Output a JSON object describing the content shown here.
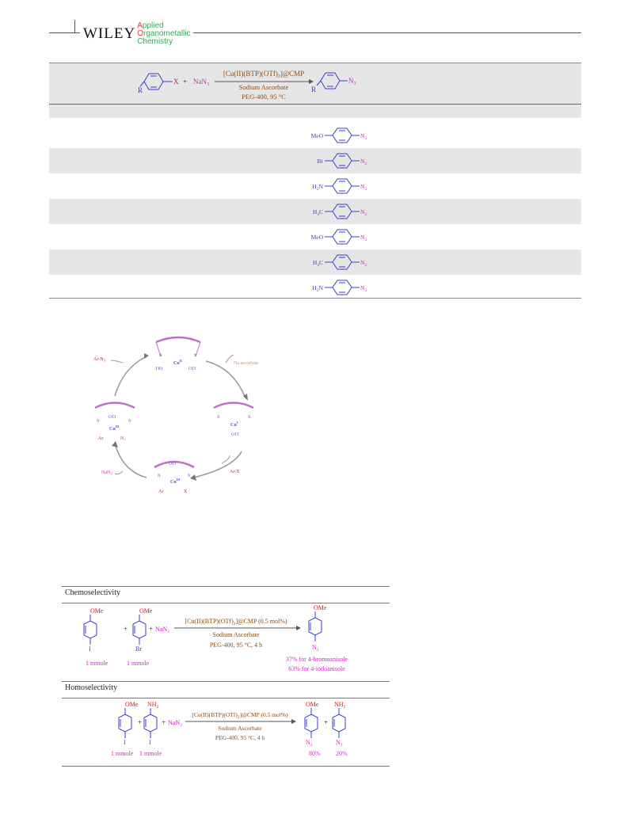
{
  "header": {
    "brand": "WILEY",
    "journal_line1_first": "A",
    "journal_line1_rest": "pplied",
    "journal_line2_first": "O",
    "journal_line2_rest": "rganometallic",
    "journal_line3": "Chemistry"
  },
  "table1": {
    "scheme": {
      "substituent": "R",
      "halide": "X",
      "plus": "+",
      "reagent": "NaN",
      "reagent_sub": "3",
      "catalyst": "[Cu(II)(BTP)(OTf)",
      "catalyst_sub": "2",
      "catalyst_end": "]@CMP",
      "additive": "Sodium Ascorbate",
      "conditions": "PEG-400, 95 °C",
      "product_group": "N",
      "product_sub": "3"
    },
    "products": [
      {
        "group": "MeO",
        "shaded": false
      },
      {
        "group": "Br",
        "shaded": true
      },
      {
        "group": "H2N",
        "shaded": false
      },
      {
        "group": "H3C",
        "shaded": true
      },
      {
        "group": "MeO",
        "shaded": false
      },
      {
        "group": "H3C",
        "shaded": true
      },
      {
        "group": "H2N",
        "shaded": false
      }
    ]
  },
  "cycle": {
    "top_metal": "Cu",
    "top_ox": "II",
    "top_ligand_left": "TfO",
    "top_ligand_right": "OTf",
    "right_metal": "Cu",
    "right_ox": "I",
    "right_ligand": "OTf",
    "bottom_metal": "Cu",
    "bottom_ox": "III",
    "bottom_ligand_top": "OTf",
    "bottom_ar": "Ar",
    "bottom_x": "X",
    "left_metal": "Cu",
    "left_ox": "III",
    "left_ligand_top": "OTf",
    "left_ar": "Ar",
    "left_n3": "N",
    "left_n3_sub": "3",
    "ring_n": "N",
    "reagent_na": "Na ascorbate",
    "reagent_arx": "Ar-X",
    "reagent_nan3": "NaN",
    "reagent_nan3_sub": "3",
    "product": "Ar-N",
    "product_sub": "3"
  },
  "table2": {
    "chemo": {
      "label": "Chemoselectivity",
      "sub1_top": "OMe",
      "sub1_bottom": "I",
      "sub2_top": "OMe",
      "sub2_bottom": "Br",
      "amount1": "1 mmole",
      "amount2": "1 mmole",
      "plus": "+",
      "reagent": "NaN",
      "reagent_sub": "3",
      "catalyst": "[Cu(II)(BTP)(OTf)",
      "catalyst_sub": "2",
      "catalyst_end": "]@CMP (0.5 mol%)",
      "additive": "Sodium Ascorbate",
      "conditions": "PEG-400, 95 °C, 4 h",
      "product_top": "OMe",
      "product_bottom": "N",
      "product_bottom_sub": "3",
      "result1": "37% for 4-bromoanisole",
      "result2": "63% for 4-iodoanisole"
    },
    "homo": {
      "label": "Homoselectivity",
      "sub1_top": "OMe",
      "sub1_bottom": "I",
      "sub2_top": "NH",
      "sub2_top_sub": "2",
      "sub2_bottom": "I",
      "amount1": "1 mmole",
      "amount2": "1 mmole",
      "plus": "+",
      "reagent": "NaN",
      "reagent_sub": "3",
      "catalyst": "[Cu(II)(BTP)(OTf)",
      "catalyst_sub": "2",
      "catalyst_end": "]@CMP (0.5 mol%)",
      "additive": "Sodium Ascorbate",
      "conditions": "PEG-400, 95 °C, 4 h",
      "product1_top": "OMe",
      "product1_bottom": "N",
      "product1_bottom_sub": "3",
      "product2_top": "NH",
      "product2_top_sub": "2",
      "product2_bottom": "N",
      "product2_bottom_sub": "3",
      "yield1": "80%",
      "yield2": "20%"
    }
  },
  "colors": {
    "blue": "#3b3bd0",
    "magenta": "#e020c8",
    "brown": "#8a4a10",
    "red": "#d01818",
    "shade": "#e6e6e6",
    "ligand": "#c070c8",
    "metal": "#5050c0",
    "orange": "#e08a50"
  }
}
